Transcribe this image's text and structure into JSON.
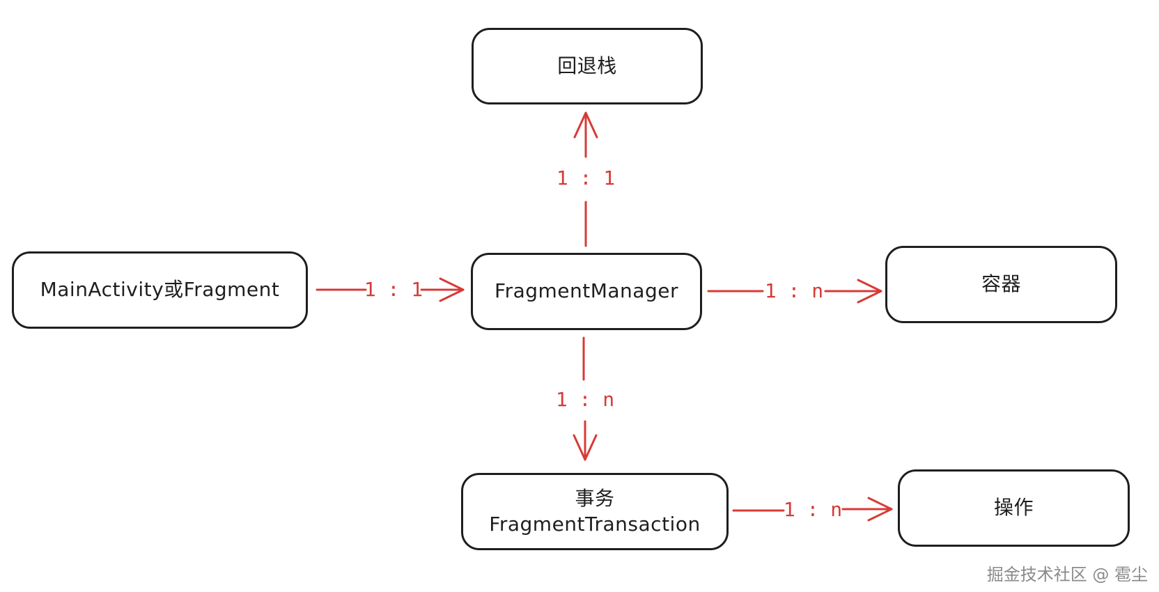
{
  "colors": {
    "node_border": "#1e1e1e",
    "edge": "#d63b37",
    "background": "#ffffff",
    "watermark": "#8a8a8a"
  },
  "nodes": {
    "back_stack": {
      "label": "回退栈"
    },
    "main_activity": {
      "label": "MainActivity或Fragment"
    },
    "fragment_manager": {
      "label": "FragmentManager"
    },
    "container": {
      "label": "容器"
    },
    "transaction": {
      "line1": "事务",
      "line2": "FragmentTransaction"
    },
    "operation": {
      "label": "操作"
    }
  },
  "edges": [
    {
      "from": "main_activity",
      "to": "fragment_manager",
      "label": "1 : 1"
    },
    {
      "from": "fragment_manager",
      "to": "back_stack",
      "label": "1 : 1"
    },
    {
      "from": "fragment_manager",
      "to": "container",
      "label": "1 : n"
    },
    {
      "from": "fragment_manager",
      "to": "transaction",
      "label": "1 : n"
    },
    {
      "from": "transaction",
      "to": "operation",
      "label": "1 : n"
    }
  ],
  "watermark": "掘金技术社区 @ 雹尘"
}
